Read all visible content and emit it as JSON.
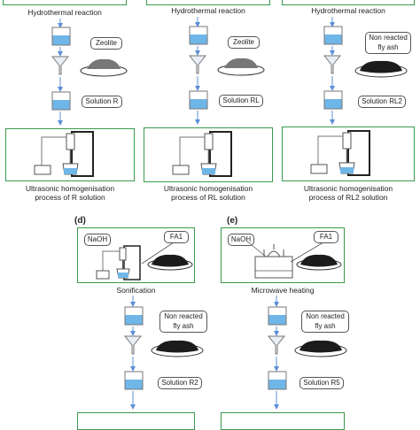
{
  "columns": [
    {
      "step1": "Hydrothermal reaction",
      "product": "Zeolite",
      "solution": "Solution R",
      "caption_line1": "Ultrasonic homogenisation",
      "caption_line2": "process of R solution"
    },
    {
      "step1": "Hydrothermal reaction",
      "product": "Zeolite",
      "solution": "Solution RL",
      "caption_line1": "Ultrasonic homogenisation",
      "caption_line2": "process of RL solution"
    },
    {
      "step1": "Hydrothermal reaction",
      "product_line1": "Non reacted",
      "product_line2": "fly ash",
      "solution": "Solution RL2",
      "caption_line1": "Ultrasonic homogenisation",
      "caption_line2": "process of RL2 solution"
    }
  ],
  "panel_d": {
    "letter": "(d)",
    "reagent": "NaOH",
    "material": "FA1",
    "step": "Sonification",
    "product_line1": "Non reacted",
    "product_line2": "fly ash",
    "solution": "Solution R2"
  },
  "panel_e": {
    "letter": "(e)",
    "reagent": "NaOH",
    "material": "FA1",
    "step": "Microwave heating",
    "product_line1": "Non reacted",
    "product_line2": "fly ash",
    "solution": "Solution R5"
  },
  "colors": {
    "box_border": "#3a9a4c",
    "arrow": "#5b8fd6",
    "liquid": "#6fb6e8",
    "powder": "#2a2a2a"
  }
}
